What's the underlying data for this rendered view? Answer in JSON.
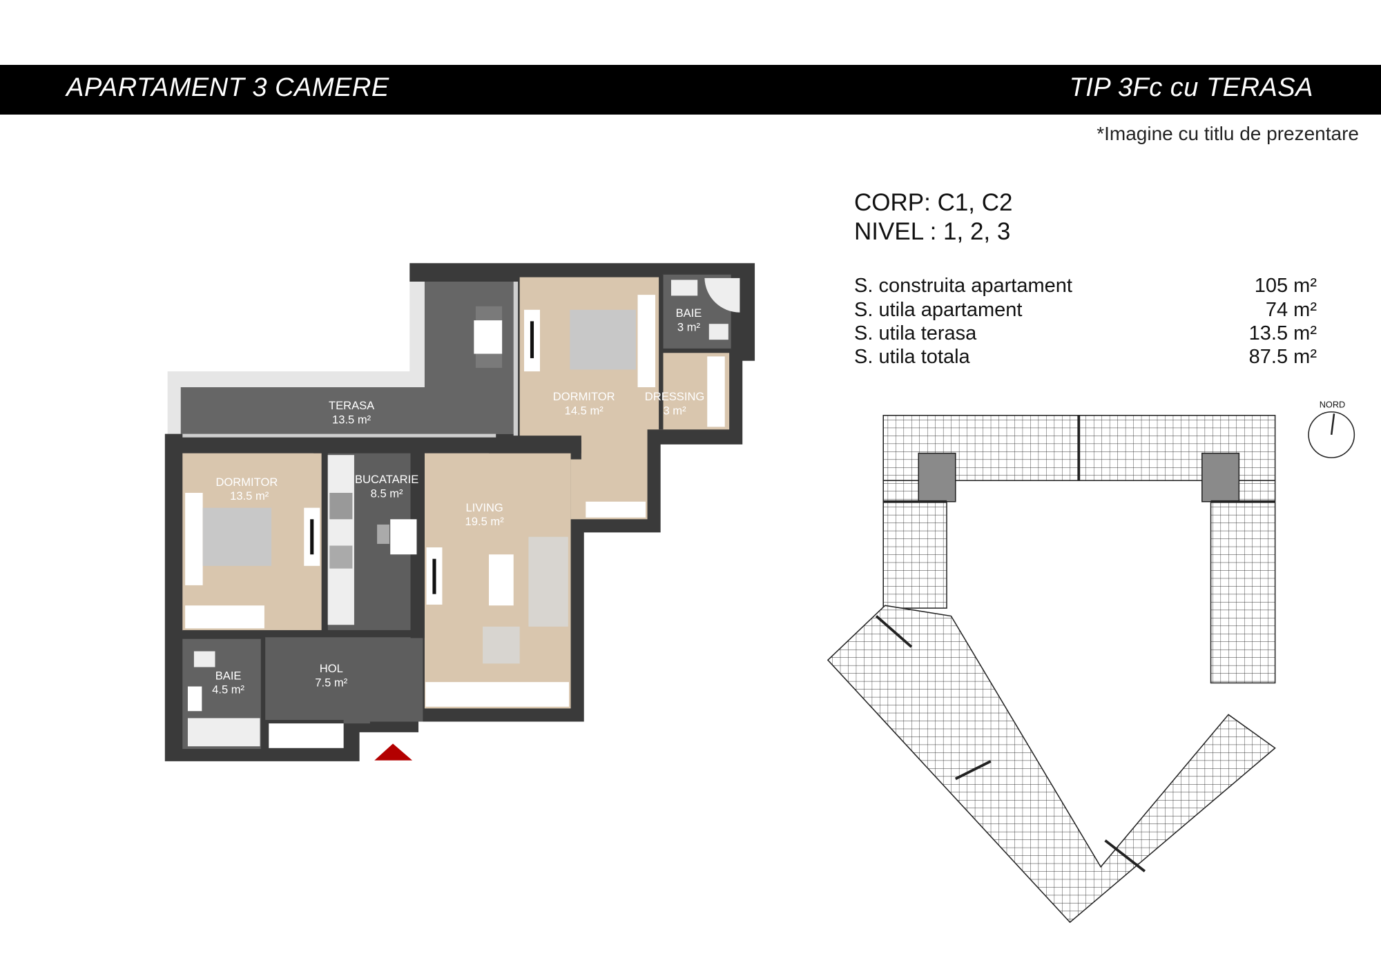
{
  "header": {
    "left_title": "APARTAMENT 3 CAMERE",
    "right_title": "TIP 3Fc cu TERASA"
  },
  "note": "*Imagine cu titlu de prezentare",
  "info": {
    "corp": "CORP: C1, C2",
    "nivel": "NIVEL : 1, 2, 3"
  },
  "specs": [
    {
      "label": "S. construita apartament",
      "value": "105 m²"
    },
    {
      "label": "S. utila apartament",
      "value": "74 m²"
    },
    {
      "label": "S. utila terasa",
      "value": "13.5 m²"
    },
    {
      "label": "S. utila totala",
      "value": "87.5 m²"
    }
  ],
  "rooms": {
    "terasa": {
      "name": "TERASA",
      "area": "13.5 m²"
    },
    "dormitor1": {
      "name": "DORMITOR",
      "area": "14.5 m²"
    },
    "baie1": {
      "name": "BAIE",
      "area": "3 m²"
    },
    "dressing": {
      "name": "DRESSING",
      "area": "3 m²"
    },
    "dormitor2": {
      "name": "DORMITOR",
      "area": "13.5 m²"
    },
    "bucatarie": {
      "name": "BUCATARIE",
      "area": "8.5 m²"
    },
    "living": {
      "name": "LIVING",
      "area": "19.5 m²"
    },
    "baie2": {
      "name": "BAIE",
      "area": "4.5 m²"
    },
    "hol": {
      "name": "HOL",
      "area": "7.5 m²"
    }
  },
  "compass": {
    "label": "NORD"
  },
  "colors": {
    "wall": "#3a3a3a",
    "wood": "#d9c6ae",
    "tile": "#626262",
    "entrance": "#b30000",
    "highlight": "#8a8a8a"
  }
}
